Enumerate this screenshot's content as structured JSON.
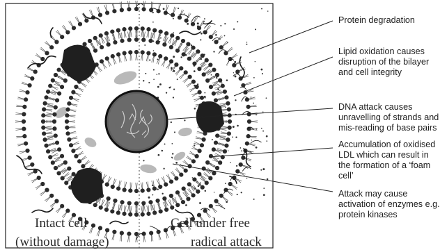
{
  "left_caption": [
    "Intact cell",
    "(without damage)"
  ],
  "right_caption": [
    "Cell under free",
    "radical attack"
  ],
  "annotations": [
    {
      "id": "protein-degradation",
      "lines": [
        "Protein degradation"
      ]
    },
    {
      "id": "lipid-oxidation",
      "lines": [
        "Lipid oxidation causes",
        "disruption of the bilayer",
        "and cell integrity"
      ]
    },
    {
      "id": "dna-attack",
      "lines": [
        "DNA attack causes",
        "unravelling of strands and",
        "mis-reading of base pairs"
      ]
    },
    {
      "id": "ldl-accumulation",
      "lines": [
        "Accumulation of oxidised",
        "LDL which can result in",
        "the formation of a ‘foam",
        "cell’"
      ]
    },
    {
      "id": "enzyme-activation",
      "lines": [
        "Attack may cause",
        "activation of enzymes e.g.",
        "protein kinases"
      ]
    }
  ],
  "colors": {
    "ink": "#1a1a1a",
    "nucleus": "#5a5a5a",
    "organelle": "#b9b9b9",
    "bead": "#2b2b2b"
  }
}
